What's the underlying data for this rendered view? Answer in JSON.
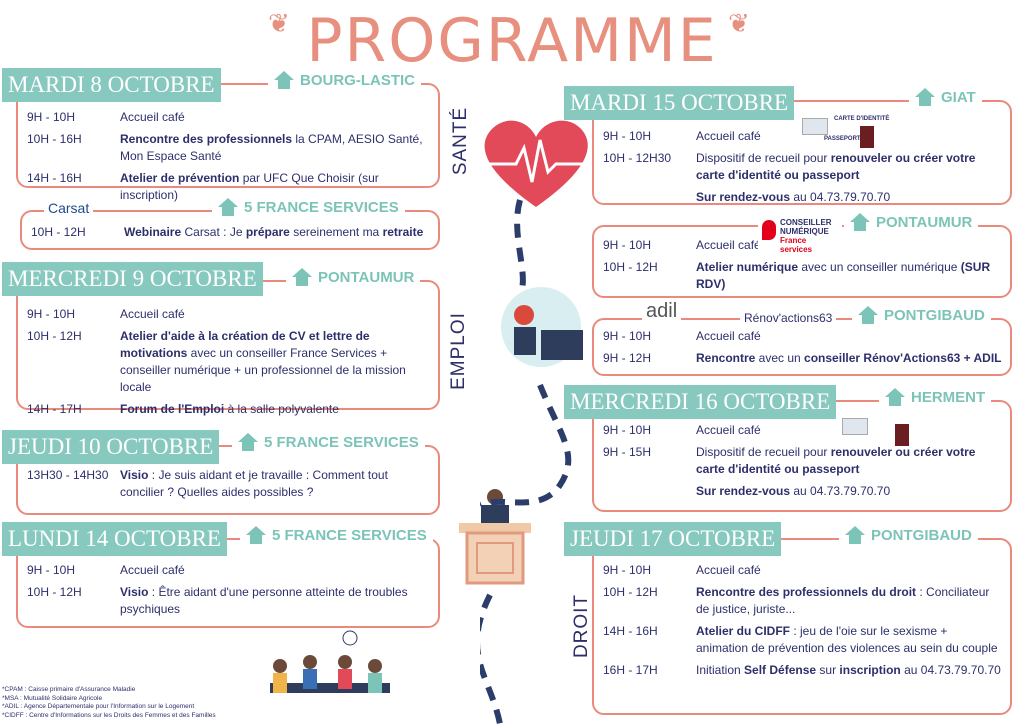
{
  "title": "PROGRAMME",
  "vertical_labels": {
    "sante": "SANTÉ",
    "emploi": "EMPLOI",
    "droit": "DROIT"
  },
  "logos": {
    "carsat": "Carsat",
    "carte": "CARTE D'IDENTITÉ",
    "passeport": "PASSEPORT",
    "conseiller": "CONSEILLER NUMÉRIQUE",
    "france_services": "France services",
    "adil": "adil",
    "renov": "Rénov'actions63"
  },
  "sections": [
    {
      "day": "MARDI 8 OCTOBRE",
      "location": "BOURG-LASTIC",
      "rows": [
        {
          "time": "9H - 10H",
          "text": [
            [
              "Accueil café",
              0
            ]
          ]
        },
        {
          "time": "10H - 16H",
          "text": [
            [
              "Rencontre des professionnels",
              1
            ],
            [
              " la CPAM, AESIO Santé, Mon Espace Santé",
              0
            ]
          ]
        },
        {
          "time": "14H - 16H",
          "text": [
            [
              "Atelier de prévention",
              1
            ],
            [
              " par UFC Que Choisir (sur inscription)",
              0
            ]
          ]
        }
      ]
    },
    {
      "day": "",
      "location": "5 FRANCE SERVICES",
      "rows": [
        {
          "time": "10H - 12H",
          "text": [
            [
              "Webinaire",
              1
            ],
            [
              " Carsat : Je ",
              0
            ],
            [
              "prépare",
              1
            ],
            [
              " sereinement ma ",
              0
            ],
            [
              "retraite",
              1
            ]
          ]
        }
      ]
    },
    {
      "day": "MERCREDI 9 OCTOBRE",
      "location": "PONTAUMUR",
      "rows": [
        {
          "time": "9H - 10H",
          "text": [
            [
              "Accueil café",
              0
            ]
          ]
        },
        {
          "time": "10H - 12H",
          "text": [
            [
              "Atelier d'aide à la création de CV et lettre de motivations",
              1
            ],
            [
              " avec un conseiller France Services + conseiller numérique + un professionnel de la mission locale",
              0
            ]
          ]
        },
        {
          "time": "14H - 17H",
          "text": [
            [
              "Forum de l'Emploi",
              1
            ],
            [
              " à la salle polyvalente",
              0
            ]
          ]
        }
      ]
    },
    {
      "day": "JEUDI 10 OCTOBRE",
      "location": "5 FRANCE SERVICES",
      "rows": [
        {
          "time": "13H30 -  14H30",
          "text": [
            [
              "Visio",
              1
            ],
            [
              " : Je suis aidant et je travaille : Comment tout concilier ? Quelles aides possibles ?",
              0
            ]
          ]
        }
      ]
    },
    {
      "day": "LUNDI 14 OCTOBRE",
      "location": "5 FRANCE SERVICES",
      "rows": [
        {
          "time": "9H - 10H",
          "text": [
            [
              "Accueil café",
              0
            ]
          ]
        },
        {
          "time": "10H - 12H",
          "text": [
            [
              "Visio",
              1
            ],
            [
              " : Être aidant d'une personne atteinte de troubles psychiques",
              0
            ]
          ]
        }
      ]
    },
    {
      "day": "MARDI 15 OCTOBRE",
      "location": "GIAT",
      "rows": [
        {
          "time": "9H - 10H",
          "text": [
            [
              "Accueil café",
              0
            ]
          ]
        },
        {
          "time": "10H - 12H30",
          "text": [
            [
              "Dispositif de recueil pour ",
              0
            ],
            [
              "renouveler ou créer votre carte d'identité ou passeport",
              1
            ]
          ]
        },
        {
          "time": "",
          "text": [
            [
              "Sur rendez-vous",
              1
            ],
            [
              " au 04.73.79.70.70",
              0
            ]
          ]
        }
      ]
    },
    {
      "day": "",
      "location": "PONTAUMUR",
      "rows": [
        {
          "time": "9H - 10H",
          "text": [
            [
              "Accueil café",
              0
            ]
          ]
        },
        {
          "time": "10H - 12H",
          "text": [
            [
              "Atelier numérique",
              1
            ],
            [
              " avec un conseiller numérique ",
              0
            ],
            [
              "(SUR RDV)",
              1
            ]
          ]
        }
      ]
    },
    {
      "day": "",
      "location": "PONTGIBAUD",
      "rows": [
        {
          "time": "9H - 10H",
          "text": [
            [
              "Accueil café",
              0
            ]
          ]
        },
        {
          "time": "9H - 12H",
          "text": [
            [
              "Rencontre",
              1
            ],
            [
              " avec un ",
              0
            ],
            [
              "conseiller Rénov'Actions63 + ADIL",
              1
            ]
          ]
        }
      ]
    },
    {
      "day": "MERCREDI 16 OCTOBRE",
      "location": "HERMENT",
      "rows": [
        {
          "time": "9H - 10H",
          "text": [
            [
              "Accueil café",
              0
            ]
          ]
        },
        {
          "time": "9H - 15H",
          "text": [
            [
              "Dispositif de recueil pour ",
              0
            ],
            [
              "renouveler ou créer votre carte d'identité ou passeport",
              1
            ]
          ]
        },
        {
          "time": "",
          "text": [
            [
              "Sur rendez-vous",
              1
            ],
            [
              " au 04.73.79.70.70",
              0
            ]
          ]
        }
      ]
    },
    {
      "day": "JEUDI 17 OCTOBRE",
      "location": "PONTGIBAUD",
      "rows": [
        {
          "time": "9H - 10H",
          "text": [
            [
              "Accueil café",
              0
            ]
          ]
        },
        {
          "time": "10H - 12H",
          "text": [
            [
              "Rencontre des professionnels du droit",
              1
            ],
            [
              " : Conciliateur de justice, juriste...",
              0
            ]
          ]
        },
        {
          "time": "14H - 16H",
          "text": [
            [
              "Atelier du CIDFF",
              1
            ],
            [
              " : jeu de l'oie sur le sexisme + animation de prévention des violences au sein du couple",
              0
            ]
          ]
        },
        {
          "time": "16H - 17H",
          "text": [
            [
              "Initiation ",
              0
            ],
            [
              "Self Défense",
              1
            ],
            [
              " sur ",
              0
            ],
            [
              "inscription",
              1
            ],
            [
              " au 04.73.79.70.70",
              0
            ]
          ]
        }
      ]
    }
  ],
  "footnotes": [
    "*CPAM : Caisse primaire d'Assurance Maladie",
    "*MSA : Mutualité Solidaire Agricole",
    "*ADIL : Agence Départementale pour l'Information sur le Logement",
    "*CIDFF : Centre d'Informations sur les Droits des Femmes et des Familles"
  ]
}
